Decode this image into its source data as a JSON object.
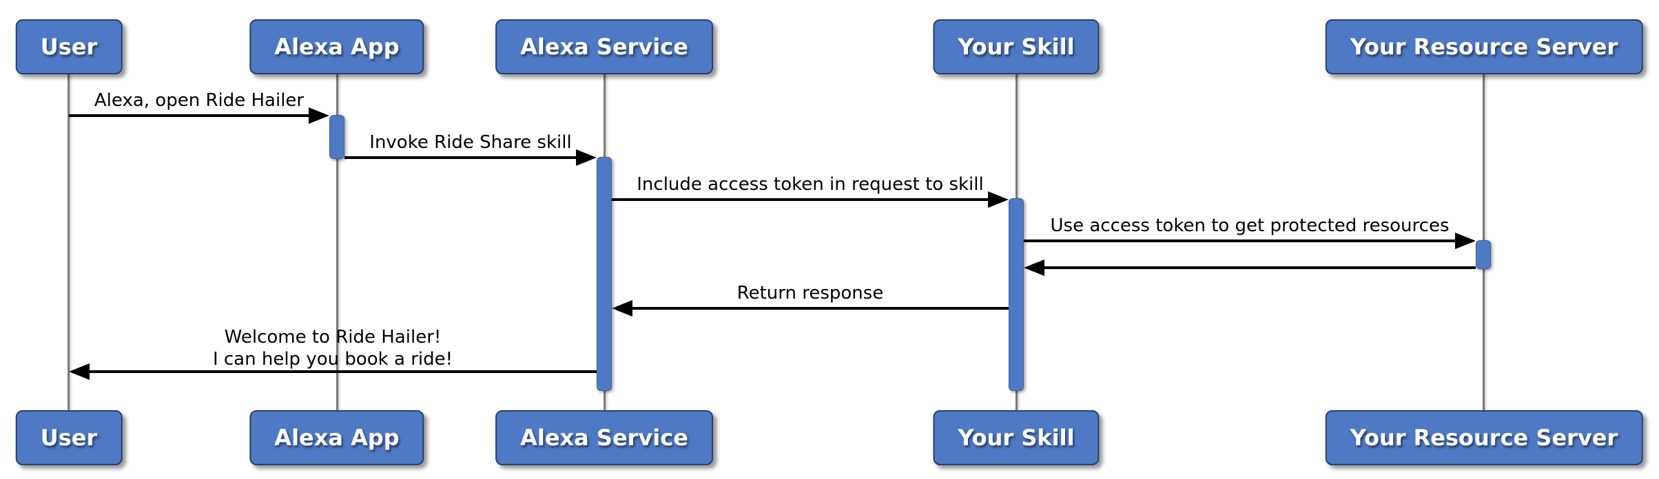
{
  "diagram": {
    "type": "sequence-diagram",
    "colors": {
      "actor_fill": "#4e79c4",
      "actor_border": "#27406e",
      "actor_text": "#ffffff",
      "lifeline": "#7a7a7a",
      "activation_fill": "#4e79c4",
      "arrow": "#000000",
      "message_text": "#000000",
      "background": "#ffffff"
    },
    "actors": {
      "user": "User",
      "alexa_app": "Alexa App",
      "alexa_service": "Alexa Service",
      "your_skill": "Your Skill",
      "resource_server": "Your Resource Server"
    },
    "messages": {
      "open_ride_hailer": "Alexa, open Ride Hailer",
      "invoke_skill": "Invoke Ride Share skill",
      "include_token": "Include access token in request to skill",
      "use_token": "Use access token to get protected resources",
      "return_response": "Return response",
      "welcome_line1": "Welcome to Ride Hailer!",
      "welcome_line2": "I can help you book a ride!"
    }
  }
}
